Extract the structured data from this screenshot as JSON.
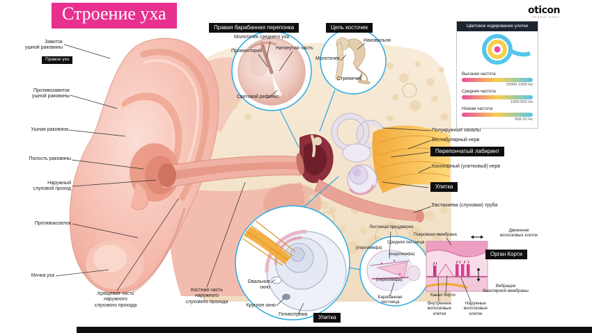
{
  "title": "Строение уха",
  "brand": {
    "name": "oticon",
    "tagline": "PEOPLE FIRST"
  },
  "badge_labels": {
    "right_ear": "Правое ухо",
    "eardrum": "Правая барабанная перепонка",
    "ossicles": "Цепь косточек",
    "labyrinth": "Перепончатый лабиринт",
    "cochlea_side": "Улитка",
    "cochlea_inset": "Улитка",
    "corti": "Орган Корти"
  },
  "left_labels": [
    {
      "text": "Завиток\nушной раковины"
    },
    {
      "text": "Противозавиток\nушной раковины"
    },
    {
      "text": "Ушная раковина"
    },
    {
      "text": "Полость раковины"
    },
    {
      "text": "Наружный\nслуховой проход"
    },
    {
      "text": "Противокозелок"
    },
    {
      "text": "Мочка уха"
    },
    {
      "text": "Хрящевая часть\nнаружного\nслухового прохода"
    },
    {
      "text": "Костная часть\nнаружного\nслухового прохода"
    }
  ],
  "right_labels": [
    {
      "text": "Полукружные каналы"
    },
    {
      "text": "Вестибулярный нерв"
    },
    {
      "text": "Кохлеарный (улитковый) нерв"
    },
    {
      "text": "Евстахиева (слуховая) труба"
    }
  ],
  "eardrum_labels": [
    {
      "text": "Молоточек среднего уха"
    },
    {
      "text": "Промонторий"
    },
    {
      "text": "Натянутая часть"
    },
    {
      "text": "Световой рефлекс"
    }
  ],
  "ossicle_labels": [
    {
      "text": "Молоточек"
    },
    {
      "text": "Наковальня"
    },
    {
      "text": "Стремечко"
    }
  ],
  "cochlea_labels": [
    {
      "text": "Овальное окно"
    },
    {
      "text": "Круглое окно"
    },
    {
      "text": "Геликотрема"
    }
  ],
  "cross_section_labels": [
    {
      "text": "Лестница преддверия"
    },
    {
      "text": "(перилимфа)"
    },
    {
      "text": "Средняя лестница"
    },
    {
      "text": "(эндолимфа)"
    },
    {
      "text": "(перилимфа)"
    },
    {
      "text": "Барабанная\nлестница"
    }
  ],
  "corti_labels": [
    {
      "text": "Покровная мембрана"
    },
    {
      "text": "Движение\nволосковых клеток"
    },
    {
      "text": "Канал Корти"
    },
    {
      "text": "Вибрация\nбазилярной мембраны"
    },
    {
      "text": "Внутренние\nволосковые\nклетки"
    },
    {
      "text": "Наружные\nволосковые\nклетки"
    }
  ],
  "color_box": {
    "title": "Цветовое кодирование улитки",
    "rows": [
      {
        "label": "Высокая частота",
        "range": "20000-1500 Hz"
      },
      {
        "label": "Средняя частота",
        "range": "1500-500 Hz"
      },
      {
        "label": "Низкая частота",
        "range": "500-20 Hz"
      }
    ]
  },
  "colors": {
    "title_bg": "#e8308f",
    "badge_bg": "#0f0f0f",
    "inset_outline": "#29abe2",
    "high_freq": "#e94f9d",
    "mid_freq": "#f8cf4d",
    "low_freq": "#56c6ea"
  }
}
